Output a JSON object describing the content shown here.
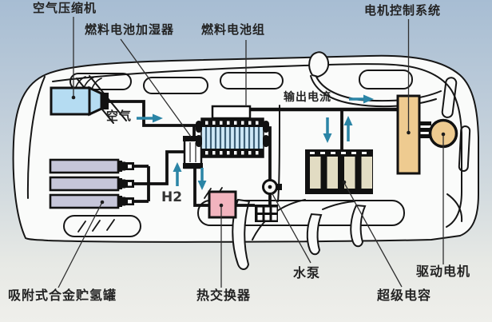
{
  "labels": {
    "air_compressor": "空气压缩机",
    "fuel_cell_humidifier": "燃料电池加湿器",
    "fuel_cell_stack": "燃料电池组",
    "motor_control_system": "电机控制系统",
    "air": "空气",
    "output_current": "输出电流",
    "h2": "H2",
    "hydrogen_tank": "吸附式合金贮氢罐",
    "heat_exchanger": "热交换器",
    "water_pump": "水泵",
    "supercapacitor": "超级电容",
    "drive_motor": "驱动电机"
  },
  "colors": {
    "background_top": "#a7bdd3",
    "background_bottom": "#efefeb",
    "car_body_fill": "#fafbfa",
    "outline": "#161616",
    "air_compressor_fill": "#b5dcf2",
    "fuel_cell_fill": "#cfe9f7",
    "fuel_cell_stripe": "#3e6077",
    "hydrogen_tank_fill": "#c6c6d9",
    "heat_exchanger_fill": "#f2b4be",
    "supercapacitor_cell_fill": "#e2dcc3",
    "motor_fill": "#eecb90",
    "flow_arrow": "#2b85a6",
    "label_text": "#232323"
  }
}
